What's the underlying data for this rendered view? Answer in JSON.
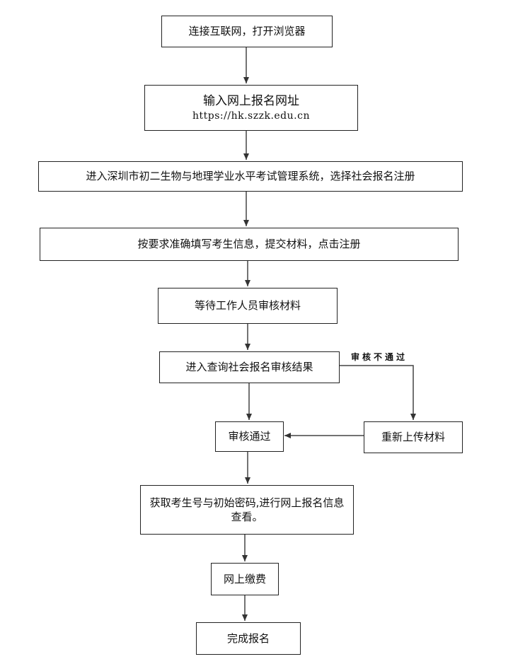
{
  "flowchart": {
    "steps": [
      {
        "id": "connect",
        "text": "连接互联网，打开浏览器"
      },
      {
        "id": "enter-url",
        "title": "输入网上报名网址",
        "url": "https://hk.szzk.edu.cn"
      },
      {
        "id": "enter-system",
        "text": "进入深圳市初二生物与地理学业水平考试管理系统，选择社会报名注册"
      },
      {
        "id": "fill-info",
        "text": "按要求准确填写考生信息，提交材料，点击注册"
      },
      {
        "id": "wait-review",
        "text": "等待工作人员审核材料"
      },
      {
        "id": "query-result",
        "text": "进入查询社会报名审核结果"
      },
      {
        "id": "review-passed",
        "text": "审核通过"
      },
      {
        "id": "reupload",
        "text": "重新上传材料"
      },
      {
        "id": "get-credentials",
        "text": "获取考生号与初始密码,进行网上报名信息查看。"
      },
      {
        "id": "pay-online",
        "text": "网上缴费"
      },
      {
        "id": "complete",
        "text": "完成报名"
      }
    ],
    "reject_label": "审核不通过"
  }
}
